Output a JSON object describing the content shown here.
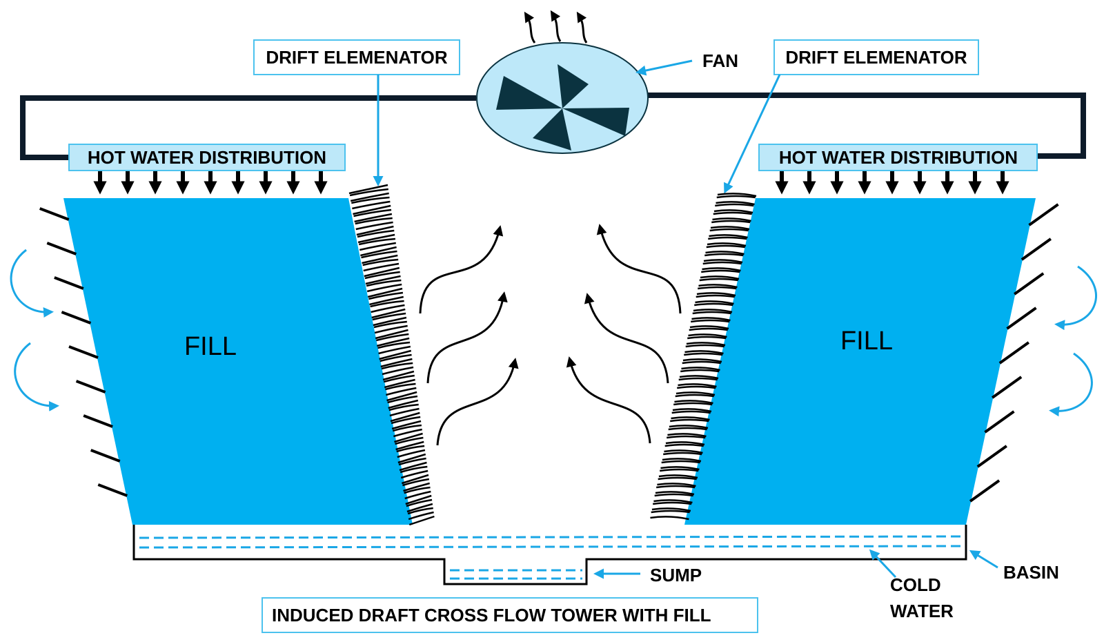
{
  "labels": {
    "drift_left": "DRIFT ELEMENATOR",
    "drift_right": "DRIFT ELEMENATOR",
    "fan": "FAN",
    "hot_left": "HOT WATER DISTRIBUTION",
    "hot_right": "HOT WATER DISTRIBUTION",
    "fill_left": "FILL",
    "fill_right": "FILL",
    "sump": "SUMP",
    "cold_water_line1": "COLD",
    "cold_water_line2": "WATER",
    "basin": "BASIN",
    "caption": "INDUCED DRAFT CROSS FLOW TOWER WITH FILL"
  },
  "colors": {
    "fill_blue": "#00b0f0",
    "light_blue": "#bde8f9",
    "accent_blue": "#1aa7e6",
    "fan_blade": "#0b3340",
    "line_dark": "#0d1b2a",
    "stroke_black": "#000000"
  },
  "icons": [
    "fan-icon",
    "down-arrow-icon",
    "airflow-arrow-icon",
    "louver-icon"
  ]
}
